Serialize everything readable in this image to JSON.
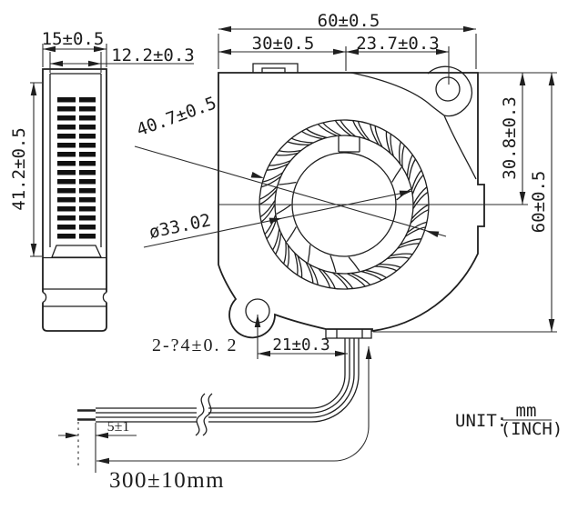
{
  "drawing": {
    "unit": {
      "label": "UNIT:",
      "numerator": "mm",
      "denominator": "(INCH)"
    },
    "side_view": {
      "width": "15±0.5",
      "vent_width": "12.2±0.3",
      "height": "41.2±0.5"
    },
    "fan_view": {
      "overall_width": "60±0.5",
      "left_to_center": "30±0.5",
      "center_to_hole": "23.7±0.3",
      "top_to_center": "30.8±0.3",
      "overall_height": "60±0.5",
      "impeller_diameter": "40.7±0.5",
      "inlet_diameter": "ø33.02",
      "mounting_holes": "2-?4±0. 2",
      "hole_to_wire": "21±0.3"
    },
    "leads": {
      "strip_length": "5±1",
      "lead_length": "300±10mm"
    }
  }
}
